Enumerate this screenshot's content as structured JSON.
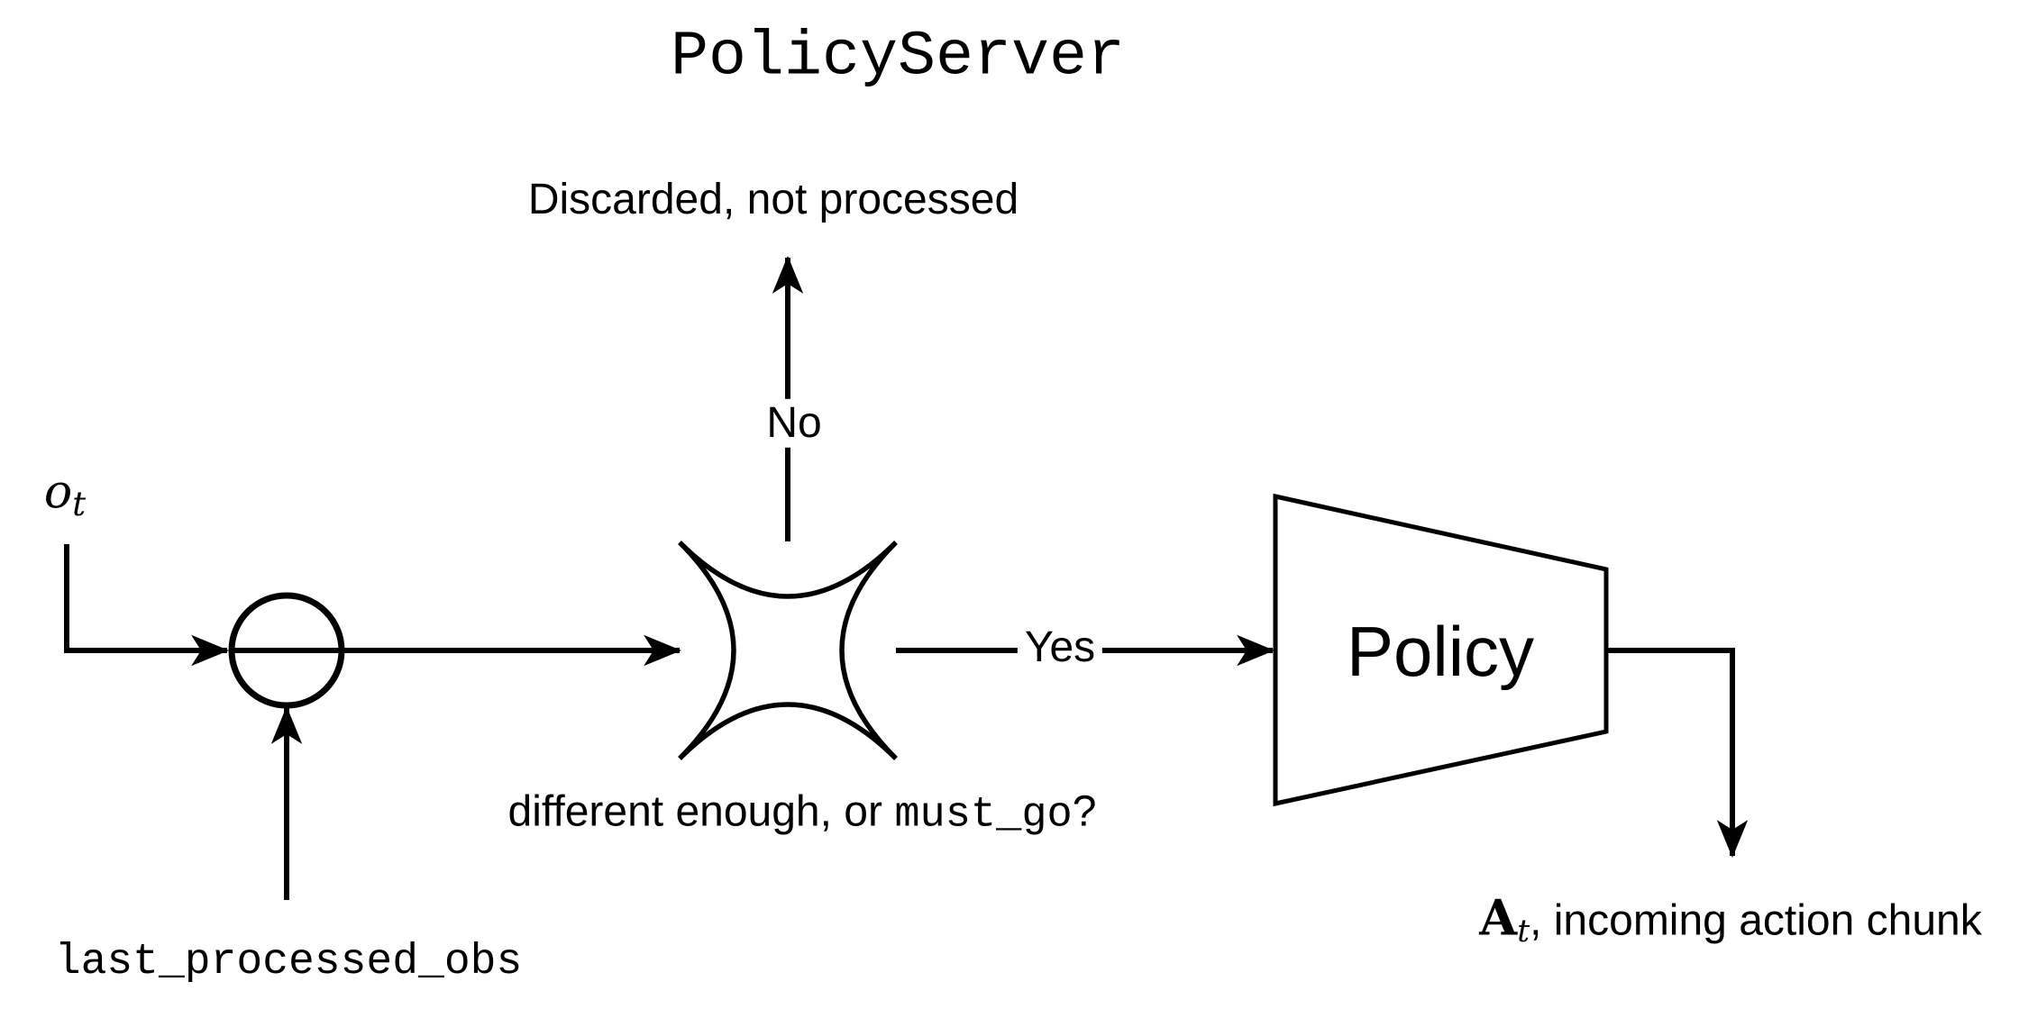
{
  "canvas": {
    "background": "#ffffff",
    "ink": "#000000"
  },
  "title": "PolicyServer",
  "labels": {
    "discarded": "Discarded, not processed",
    "no": "No",
    "yes": "Yes",
    "policy": "Policy",
    "last_processed": "last_processed_obs"
  },
  "observation": {
    "symbol": "o",
    "subscript": "t"
  },
  "decision": {
    "prefix": "different enough, or ",
    "code": "must_go",
    "suffix": "?"
  },
  "action": {
    "symbol": "A",
    "subscript": "t",
    "suffix": ", incoming action chunk"
  }
}
